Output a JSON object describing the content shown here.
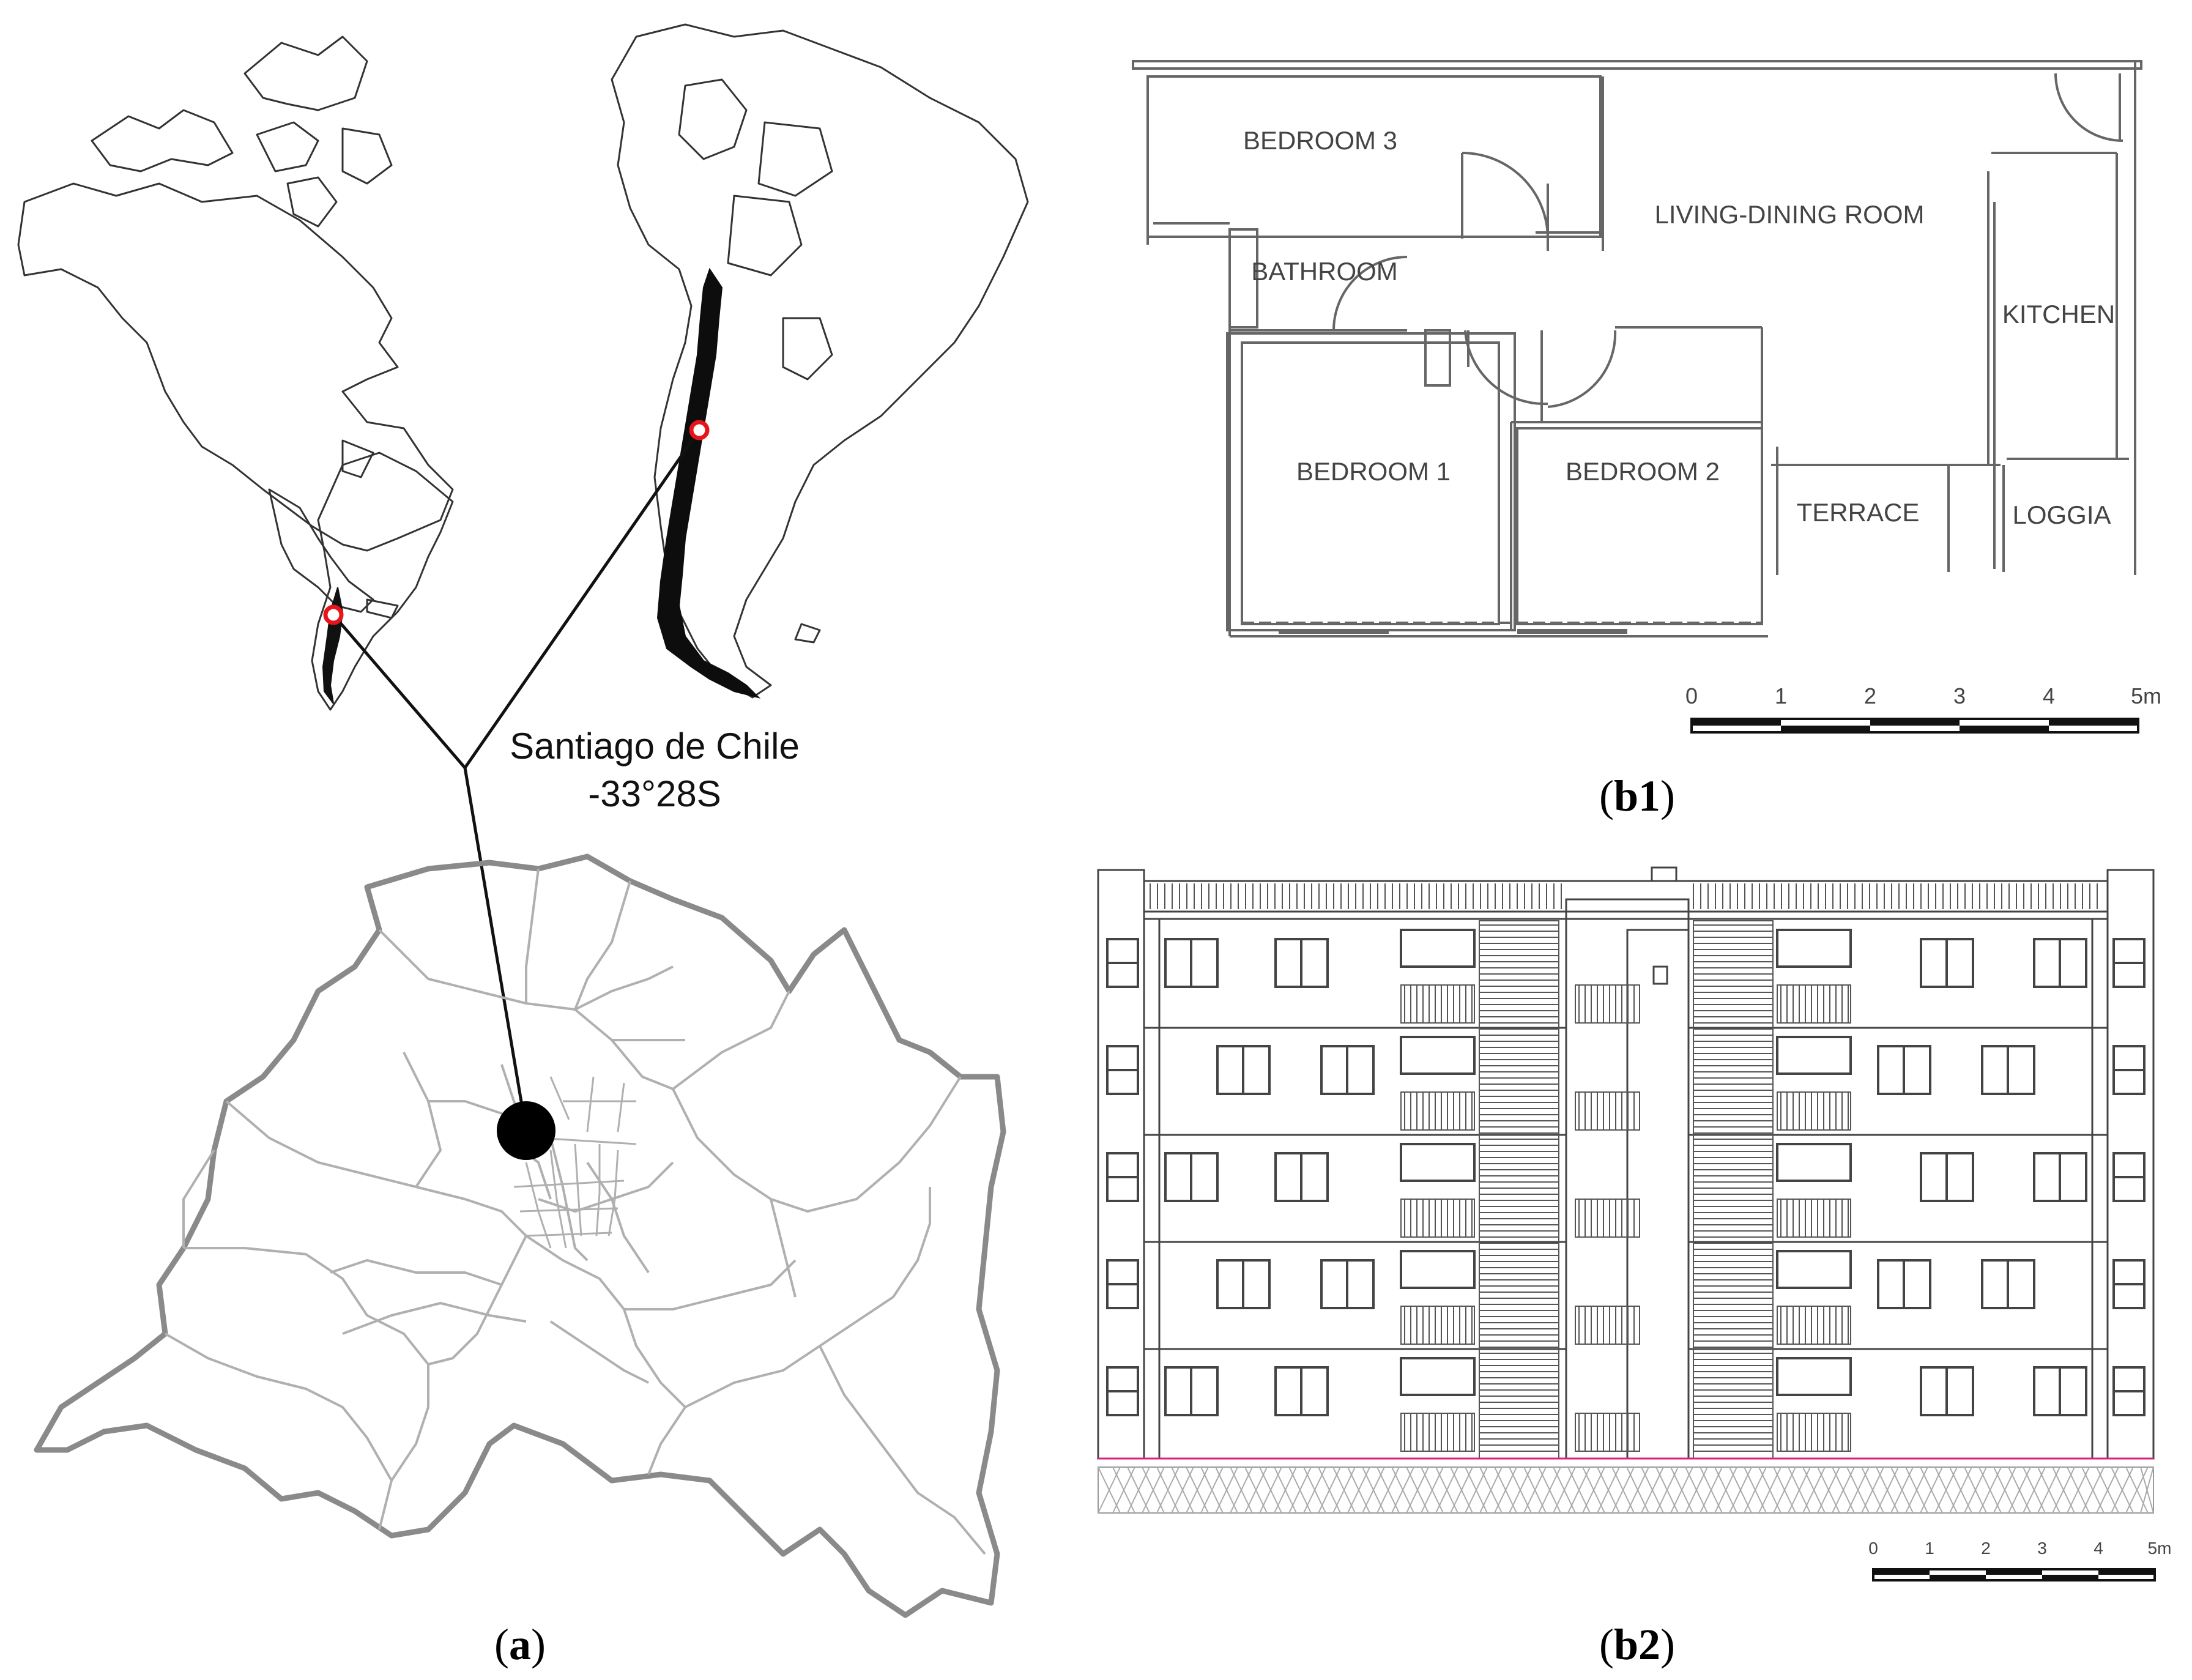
{
  "panel_a": {
    "location_label": "Santiago de Chile",
    "latitude_label": "-33°28S",
    "caption_open": "(",
    "caption_letter": "a",
    "caption_close": ")"
  },
  "panel_b1": {
    "rooms": {
      "bedroom3": "BEDROOM 3",
      "living": "LIVING-DINING ROOM",
      "bathroom": "BATHROOM",
      "kitchen": "KITCHEN",
      "bedroom1": "BEDROOM 1",
      "bedroom2": "BEDROOM 2",
      "terrace": "TERRACE",
      "loggia": "LOGGIA"
    },
    "scale_ticks": [
      "0",
      "1",
      "2",
      "3",
      "4",
      "5m"
    ],
    "caption_open": "(",
    "caption_letter": "b1",
    "caption_close": ")"
  },
  "panel_b2": {
    "scale_ticks": [
      "0",
      "1",
      "2",
      "3",
      "4",
      "5m"
    ],
    "caption_open": "(",
    "caption_letter": "b2",
    "caption_close": ")"
  },
  "colors": {
    "marker": "#e8141c",
    "map_line": "#333333",
    "region_outer": "#8a8a8a",
    "region_inner": "#b0b0b0",
    "ground_line": "#d4237a"
  }
}
